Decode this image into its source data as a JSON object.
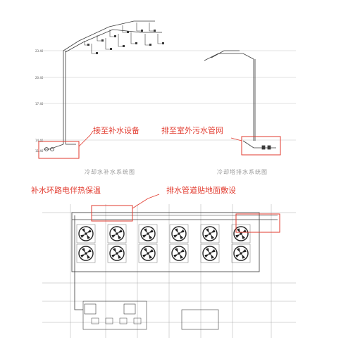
{
  "diagram": {
    "upper_left_title": "冷却水补水系统图",
    "upper_right_title": "冷却塔排水系统图",
    "callouts": {
      "makeup_connection": "接至补水设备",
      "drain_to_sewer": "排至室外污水管网",
      "heat_tracing": "补水环路电伴热保温",
      "drain_on_floor": "排水管道贴地面敷设"
    },
    "level_labels": [
      "23.40",
      "20.40",
      "17.40",
      "14.40",
      "11.40"
    ],
    "plan_fan_rows": 2,
    "plan_fan_cols": 6
  },
  "colors": {
    "callout": "#e23a2e",
    "line": "#3a3a3a",
    "grid": "#9a9a9a",
    "title": "#9a9a9a"
  }
}
